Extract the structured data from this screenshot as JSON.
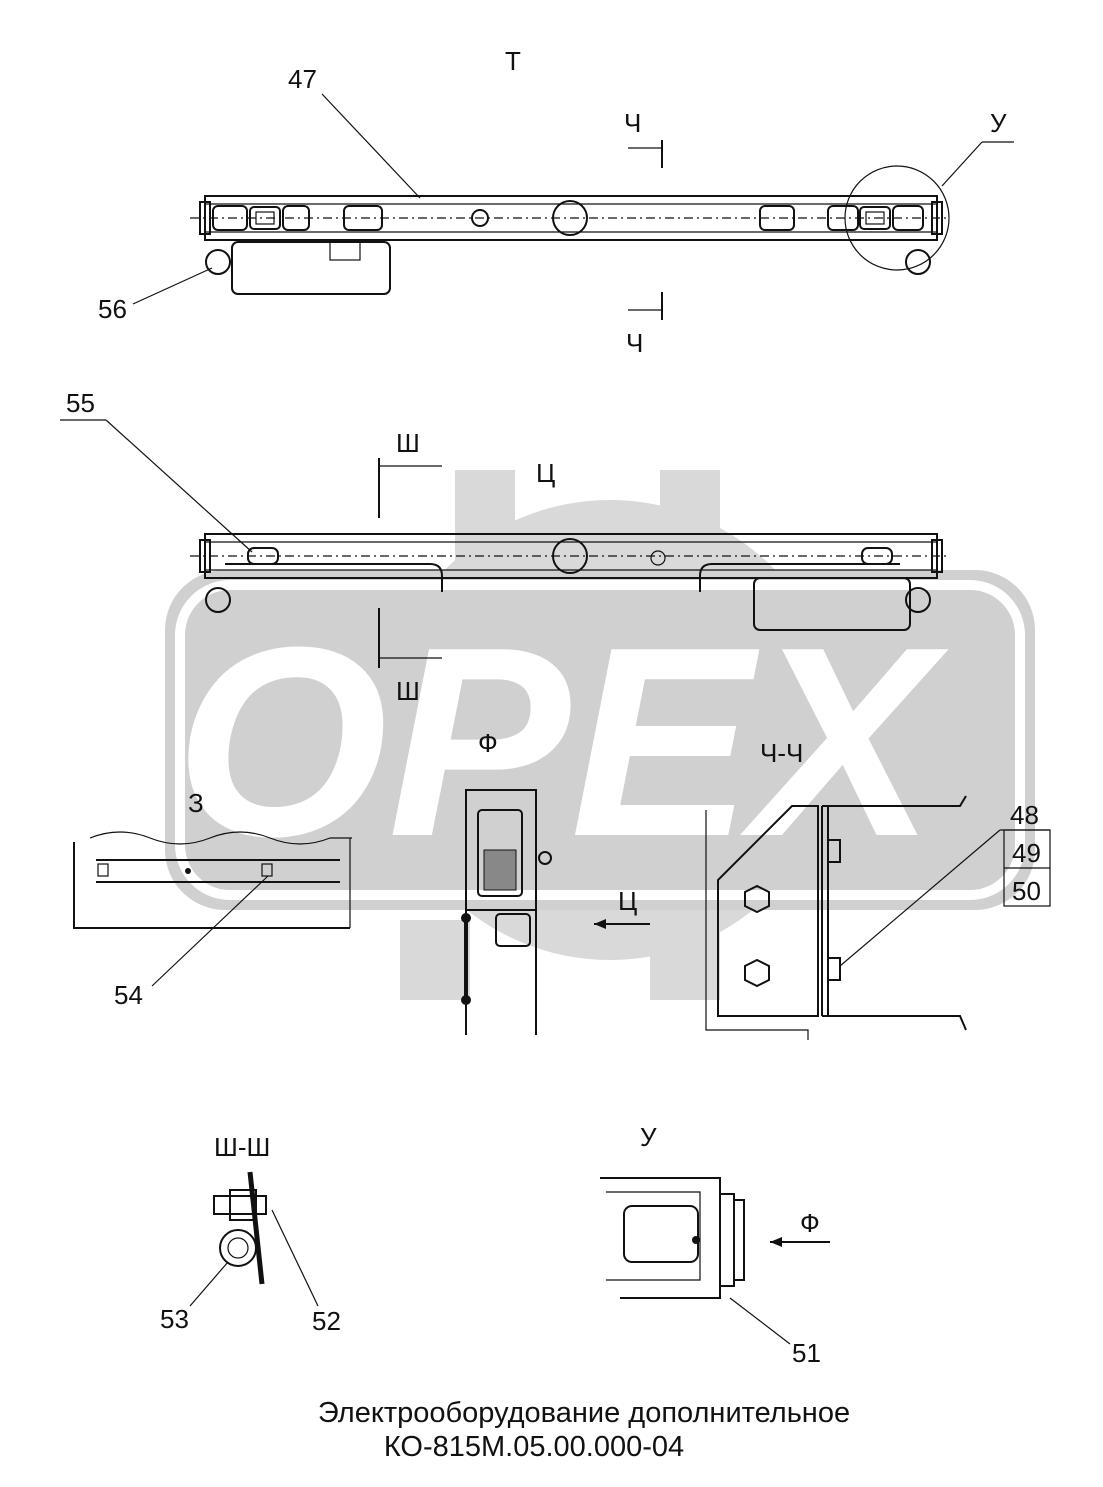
{
  "labels": {
    "view_t": "Т",
    "cut_ch_top": "Ч",
    "cut_ch_bottom": "Ч",
    "view_u": "У",
    "view_ts": "Ц",
    "cut_sh_top": "Ш",
    "cut_sh_bottom": "Ш",
    "view_f": "Ф",
    "section_chch": "Ч-Ч",
    "view_z": "З",
    "arrow_ts": "Ц",
    "section_shsh": "Ш-Ш",
    "view_u_detail": "У",
    "arrow_f": "Ф"
  },
  "callouts": [
    "47",
    "56",
    "55",
    "54",
    "48",
    "49",
    "50",
    "53",
    "52",
    "51"
  ],
  "watermark": "OPEX",
  "title": {
    "line1": "Электрооборудование дополнительное",
    "line2": "КО-815М.05.00.000-04"
  }
}
